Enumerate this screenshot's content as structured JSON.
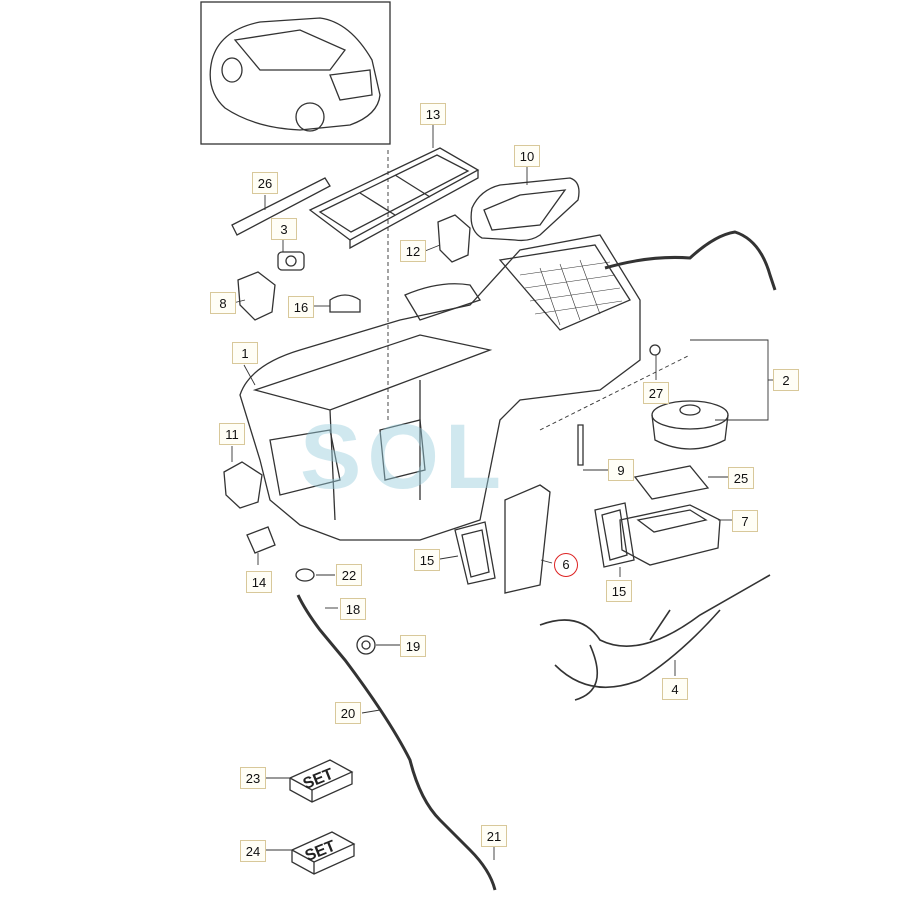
{
  "diagram": {
    "callouts": [
      "1",
      "2",
      "3",
      "4",
      "6",
      "7",
      "8",
      "9",
      "10",
      "11",
      "12",
      "13",
      "14",
      "15",
      "15",
      "16",
      "18",
      "19",
      "20",
      "21",
      "22",
      "23",
      "24",
      "25",
      "26",
      "27"
    ],
    "set_label": "SET",
    "watermark": "SOL",
    "highlight_color": "#dd2222",
    "line_color": "#333333"
  }
}
